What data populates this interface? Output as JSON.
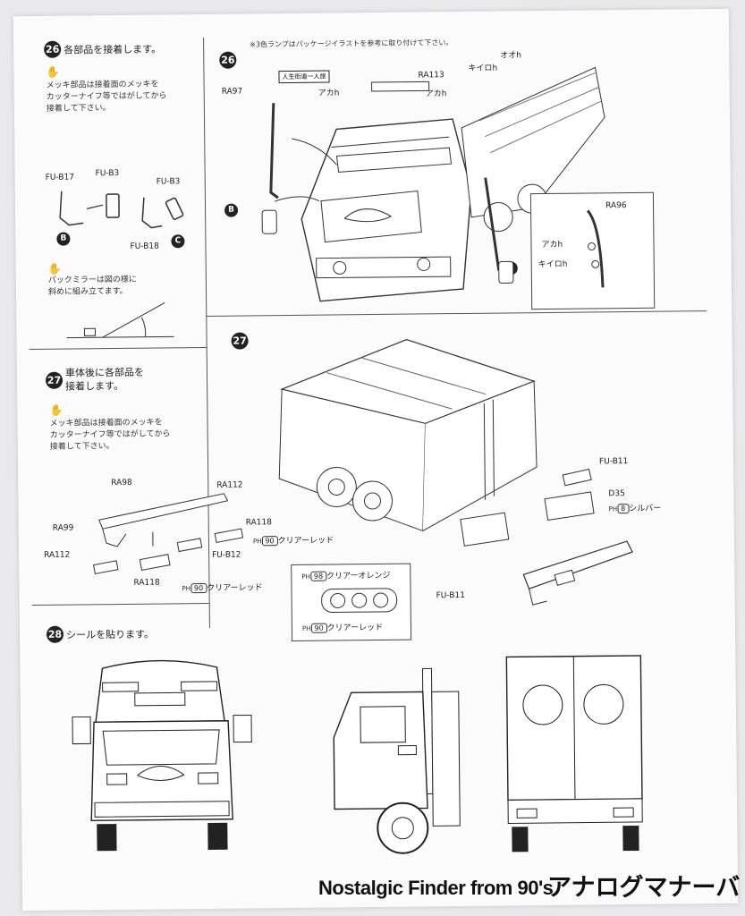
{
  "steps": {
    "s26": {
      "number": "26",
      "title": "各部品を接着します。",
      "note_line1": "メッキ部品は接着面のメッキを",
      "note_line2": "カッターナイフ等ではがしてから",
      "note_line3": "接着して下さい。",
      "parts": {
        "fub17": "FU-B17",
        "fub3a": "FU-B3",
        "fub3b": "FU-B3",
        "fub18": "FU-B18"
      },
      "callout_b": "B",
      "callout_c": "C",
      "mirror_line1": "バックミラーは図の様に",
      "mirror_line2": "斜めに組み立てます。"
    },
    "s26_main": {
      "number": "26",
      "lamp_note": "※3色ランプはパッケージイラストを参考に取り付けて下さい。",
      "ra97": "RA97",
      "ra113": "RA113",
      "ra96": "RA96",
      "aka1": "アカh",
      "aka2": "アカh",
      "aka3": "アカh",
      "oh": "オオh",
      "kiiroh1": "キイロh",
      "kiiroh2": "キイロh",
      "sign": "人生街道一人旅",
      "callout_b": "B",
      "callout_c": "C"
    },
    "s27": {
      "number": "27",
      "title_line1": "車体後に各部品を",
      "title_line2": "接着します。",
      "note_line1": "メッキ部品は接着面のメッキを",
      "note_line2": "カッターナイフ等ではがしてから",
      "note_line3": "接着して下さい。",
      "ra98": "RA98",
      "ra99": "RA99",
      "ra112a": "RA112",
      "ra112b": "RA112",
      "ra118a": "RA118",
      "ra118b": "RA118",
      "fub12": "FU-B12",
      "paint_clear_red": "クリアーレッド",
      "paint_code_90": "90",
      "paint_prefix": "PH"
    },
    "s27_main": {
      "number": "27",
      "fub11a": "FU-B11",
      "fub11b": "FU-B11",
      "d35": "D35",
      "silver_code": "8",
      "silver": "シルバー",
      "orange_code": "98",
      "clear_orange": "クリアーオレンジ",
      "red_code": "90",
      "clear_red": "クリアーレッド",
      "paint_prefix": "PH"
    },
    "s28": {
      "number": "28",
      "title": "シールを貼ります。"
    }
  },
  "watermark": {
    "text": "Nostalgic Finder from 90's",
    "logo": "アナログマナーバー"
  },
  "colors": {
    "ink": "#222222",
    "paper": "#fbfbfb",
    "watermark_orange": "#e8651a",
    "watermark_ink": "#111111"
  }
}
